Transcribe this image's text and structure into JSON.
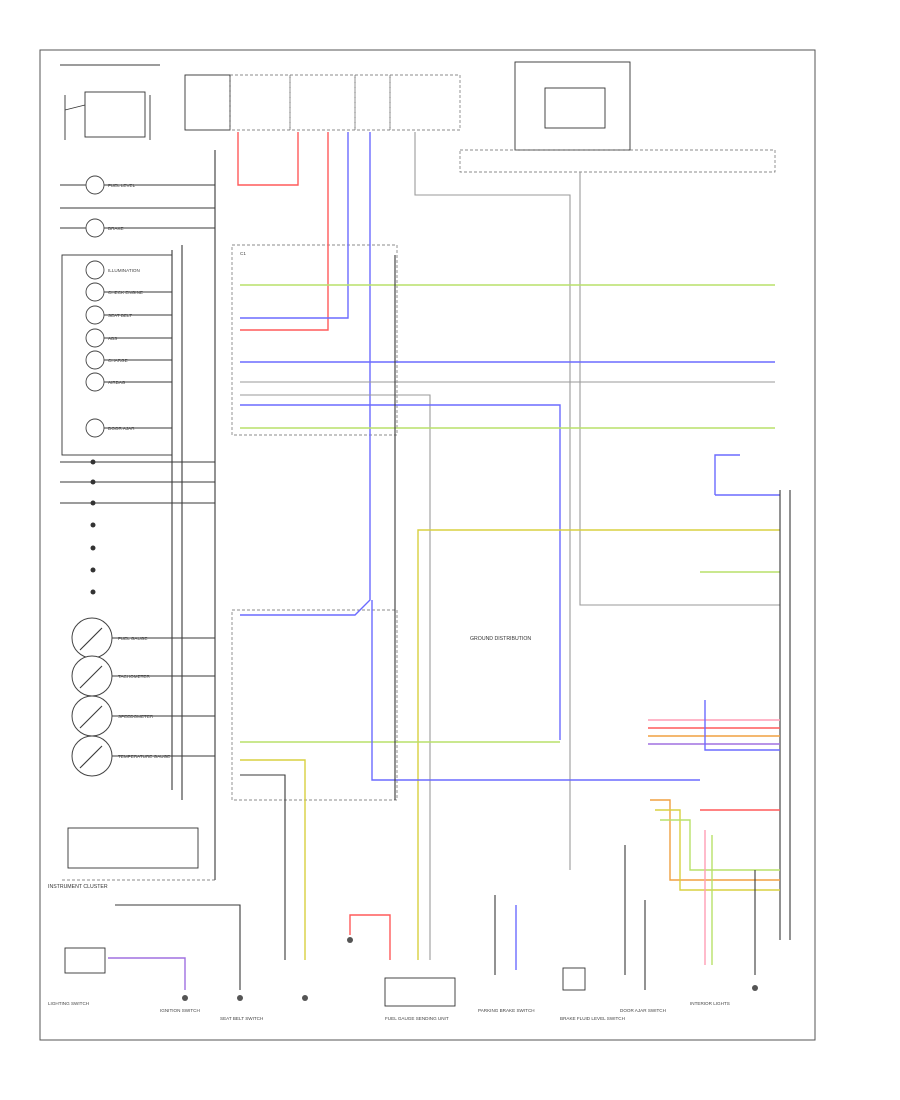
{
  "diagram": {
    "footer_code": "",
    "left_components": {
      "gauges": [
        "FUEL GAUGE",
        "TACHOMETER",
        "SPEEDOMETER",
        "TEMPERATURE GAUGE"
      ],
      "lamps_top": [
        "FUEL LEVEL",
        "BRAKE"
      ],
      "lamps_group": [
        "ILLUMINATION",
        "CHECK ENGINE",
        "SEAT BELT",
        "ABS",
        "CHARGE",
        "AIRBAG"
      ],
      "door_ajar": "DOOR AJAR"
    },
    "bottom_labels": [
      "LIGHTING SWITCH",
      "IGNITION SWITCH",
      "SEAT BELT SWITCH",
      "FUEL GAUGE SENDING UNIT",
      "PARKING BRAKE SWITCH",
      "BRAKE FLUID LEVEL SWITCH",
      "DOOR AJAR SWITCH",
      "INTERIOR LIGHTS"
    ],
    "center_label": "GROUND DISTRIBUTION",
    "sub_label": "INSTRUMENT CLUSTER",
    "connector_label": "C1"
  }
}
